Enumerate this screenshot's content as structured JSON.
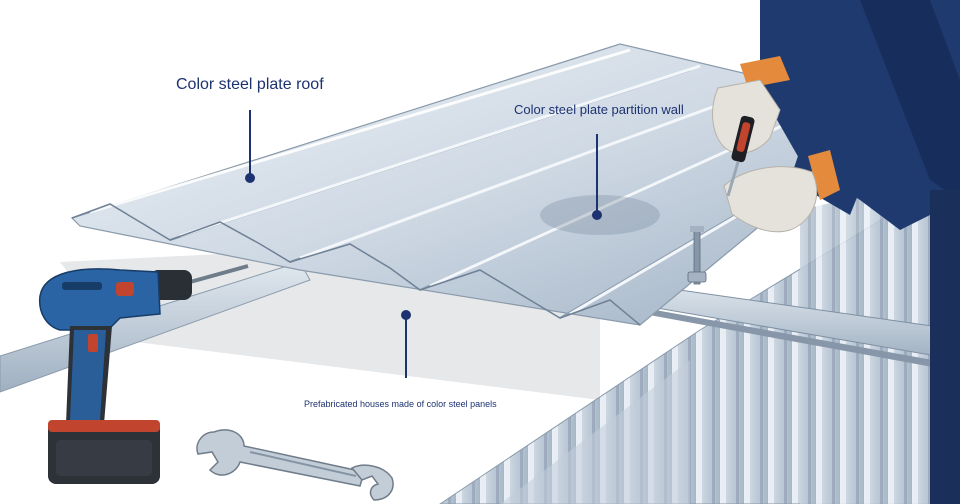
{
  "labels": {
    "roof": "Color steel plate roof",
    "partition_wall": "Color steel plate partition wall",
    "prefab_houses": "Prefabricated houses made of color steel panels"
  },
  "colors": {
    "label_text": "#1d3270",
    "callout": "#1d3270",
    "steel_light": "#e6edf4",
    "steel_mid": "#b9c6d4",
    "steel_dark": "#7e8fa2",
    "drill_blue": "#2a64a4",
    "battery_red": "#c0442e",
    "workwear_navy": "#1e3a6e",
    "glove": "#e5e2dc"
  },
  "icons": [
    "cordless-drill-icon",
    "wrench-icon",
    "bolt-icon",
    "worker-hand-icon"
  ]
}
